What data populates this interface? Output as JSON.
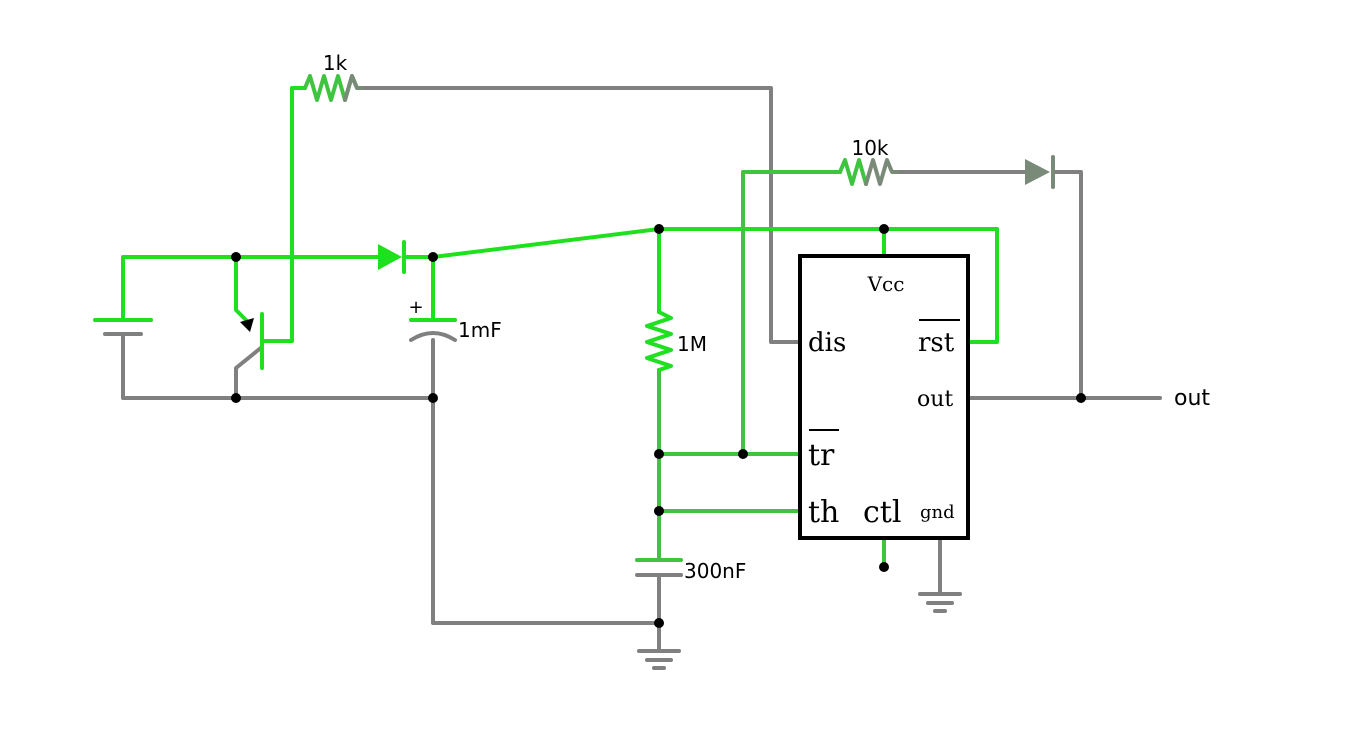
{
  "colors": {
    "active": "#1fe01f",
    "active_mid": "#3ec43e",
    "inactive": "#808080",
    "dim": "#7a8a78",
    "ink": "#000000",
    "background": "#ffffff"
  },
  "labels": {
    "r_1k": "1k",
    "r_10k": "10k",
    "r_1m": "1M",
    "c_1mf": "1mF",
    "c_1mf_plus": "+",
    "c_300nf": "300nF",
    "output": "out"
  },
  "chip": {
    "vcc": "Vcc",
    "dis": "dis",
    "rst": "rst",
    "out": "out",
    "tr": "tr",
    "th": "th",
    "ctl": "ctl",
    "gnd": "gnd"
  }
}
